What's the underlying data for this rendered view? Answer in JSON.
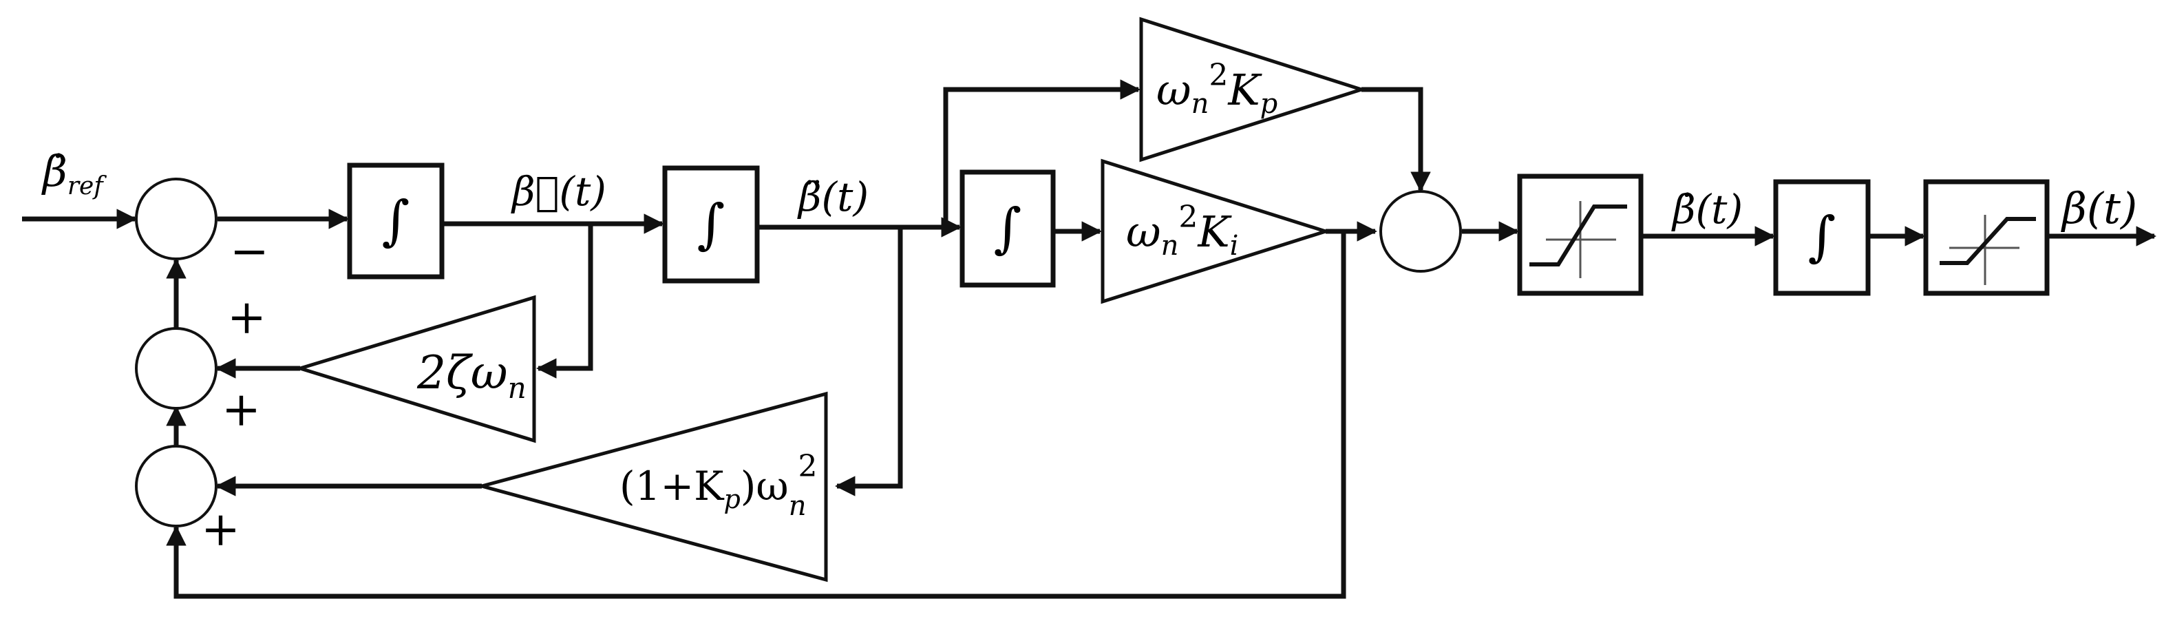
{
  "signals": {
    "input_ref_dot": "β̇",
    "input_ref_sub": "ref",
    "beta_dddot": "β⃛(t)",
    "beta_ddot": "β̈(t)",
    "beta_dot": "β̇(t)",
    "beta_out": "β(t)"
  },
  "blocks": {
    "integrator_symbol": "∫"
  },
  "gains": {
    "kp": {
      "base": "ω",
      "sub": "n",
      "sup": "2",
      "tail": "K",
      "tail_sub": "p"
    },
    "ki": {
      "base": "ω",
      "sub": "n",
      "sup": "2",
      "tail": "K",
      "tail_sub": "i"
    },
    "damp": {
      "pre": "2ζω",
      "sub": "n"
    },
    "stiff": {
      "pre": "(1+K",
      "pre_sub": "p",
      "mid": ")ω",
      "sub": "n",
      "sup": "2"
    }
  },
  "signs": {
    "minus": "−",
    "plus": "+"
  }
}
